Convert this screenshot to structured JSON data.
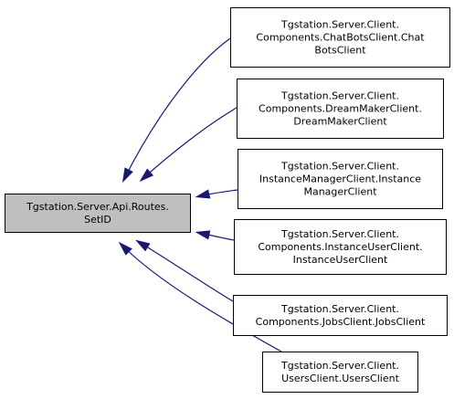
{
  "diagram": {
    "type": "inheritance-graph",
    "colors": {
      "edge": "#191970",
      "base_fill": "#bfbfbf",
      "node_fill": "#ffffff",
      "border": "#000000"
    },
    "base": {
      "id": "setid",
      "lines": [
        "Tgstation.Server.Api.Routes.",
        "SetID"
      ]
    },
    "derived": [
      {
        "id": "chatbots",
        "lines": [
          "Tgstation.Server.Client.",
          "Components.ChatBotsClient.Chat",
          "BotsClient"
        ]
      },
      {
        "id": "dreammaker",
        "lines": [
          "Tgstation.Server.Client.",
          "Components.DreamMakerClient.",
          "DreamMakerClient"
        ]
      },
      {
        "id": "instancemanager",
        "lines": [
          "Tgstation.Server.Client.",
          "InstanceManagerClient.Instance",
          "ManagerClient"
        ]
      },
      {
        "id": "instanceuser",
        "lines": [
          "Tgstation.Server.Client.",
          "Components.InstanceUserClient.",
          "InstanceUserClient"
        ]
      },
      {
        "id": "jobs",
        "lines": [
          "Tgstation.Server.Client.",
          "Components.JobsClient.JobsClient"
        ]
      },
      {
        "id": "users",
        "lines": [
          "Tgstation.Server.Client.",
          "UsersClient.UsersClient"
        ]
      }
    ]
  }
}
